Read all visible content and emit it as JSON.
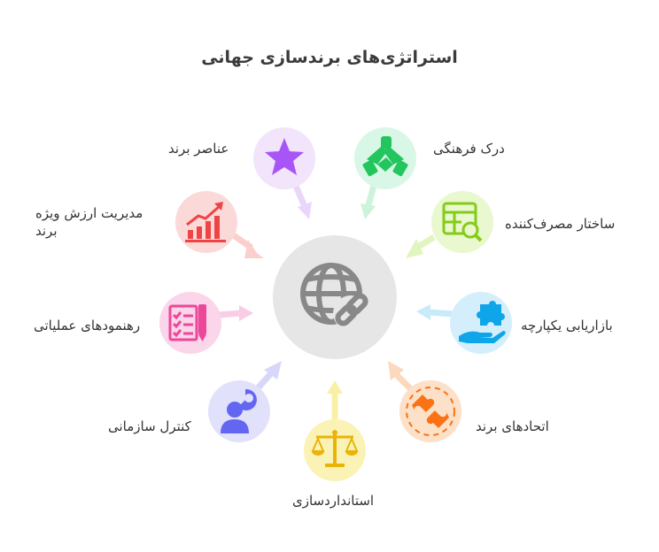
{
  "title": "استراتژی‌های برندسازی جهانی",
  "center": {
    "icon": "globe-link-icon"
  },
  "nodes": {
    "brand_elements": {
      "label": "عناصر برند",
      "icon": "star-icon",
      "color": "#a855f7",
      "bg": "#f1e4fb",
      "arrow": "#ead6fb"
    },
    "cultural_understanding": {
      "label": "درک فرهنگی",
      "icon": "handshake-icon",
      "color": "#22c55e",
      "bg": "#d9f7e6",
      "arrow": "#cdf3dd"
    },
    "brand_equity": {
      "label": "مدیریت ارزش ویژه برند",
      "icon": "bar-chart-up-icon",
      "color": "#ef4444",
      "bg": "#fcd9d9",
      "arrow": "#fbd0cc"
    },
    "consumer_structure": {
      "label": "ساختار مصرف‌کننده",
      "icon": "table-search-icon",
      "color": "#84cc16",
      "bg": "#e9f8cf",
      "arrow": "#e0f5c0"
    },
    "operational_guidelines": {
      "label": "رهنمودهای عملیاتی",
      "icon": "checklist-pencil-icon",
      "color": "#ec4899",
      "bg": "#fbd5ea",
      "arrow": "#f9cde4"
    },
    "integrated_marketing": {
      "label": "بازاریابی یکپارچه",
      "icon": "puzzle-hand-icon",
      "color": "#0ea5e9",
      "bg": "#d4effb",
      "arrow": "#c9eaf9"
    },
    "organizational_control": {
      "label": "کنترل سازمانی",
      "icon": "person-chart-icon",
      "color": "#6366f1",
      "bg": "#e2e1fb",
      "arrow": "#d8d7fa"
    },
    "brand_alliances": {
      "label": "اتحادهای برند",
      "icon": "puzzle-pieces-icon",
      "color": "#f97316",
      "bg": "#fde0c8",
      "arrow": "#fcd8bd"
    },
    "standardization": {
      "label": "استانداردسازی",
      "icon": "scale-icon",
      "color": "#eab308",
      "bg": "#fbf3b5",
      "arrow": "#f9f0a6"
    }
  }
}
